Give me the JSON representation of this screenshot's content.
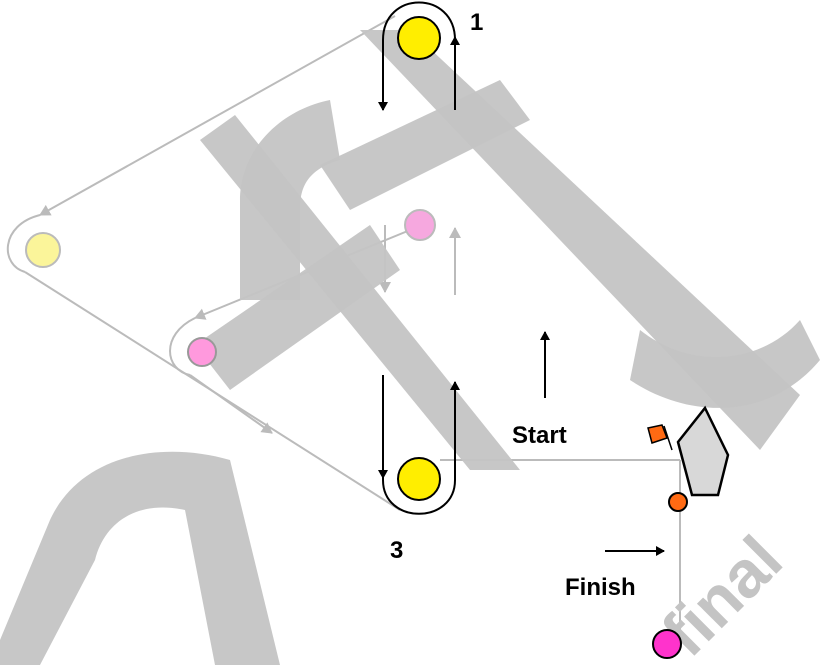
{
  "labels": {
    "mark_1": "1",
    "mark_3": "3",
    "start": "Start",
    "finish": "Finish"
  },
  "watermark": {
    "text": "Draft",
    "suffix_text": "final"
  },
  "colors": {
    "yellow_mark": "#ffee00",
    "yellow_mark_faded": "#fbf59a",
    "pink_mark": "#ff66cc",
    "pink_mark_faded": "#f6a8df",
    "orange_pin": "#ff6a13",
    "committee_boat": "#d8d8d8",
    "course_line": "#bbbbbb",
    "watermark": "#c4c4c4",
    "arrow": "#000000"
  }
}
